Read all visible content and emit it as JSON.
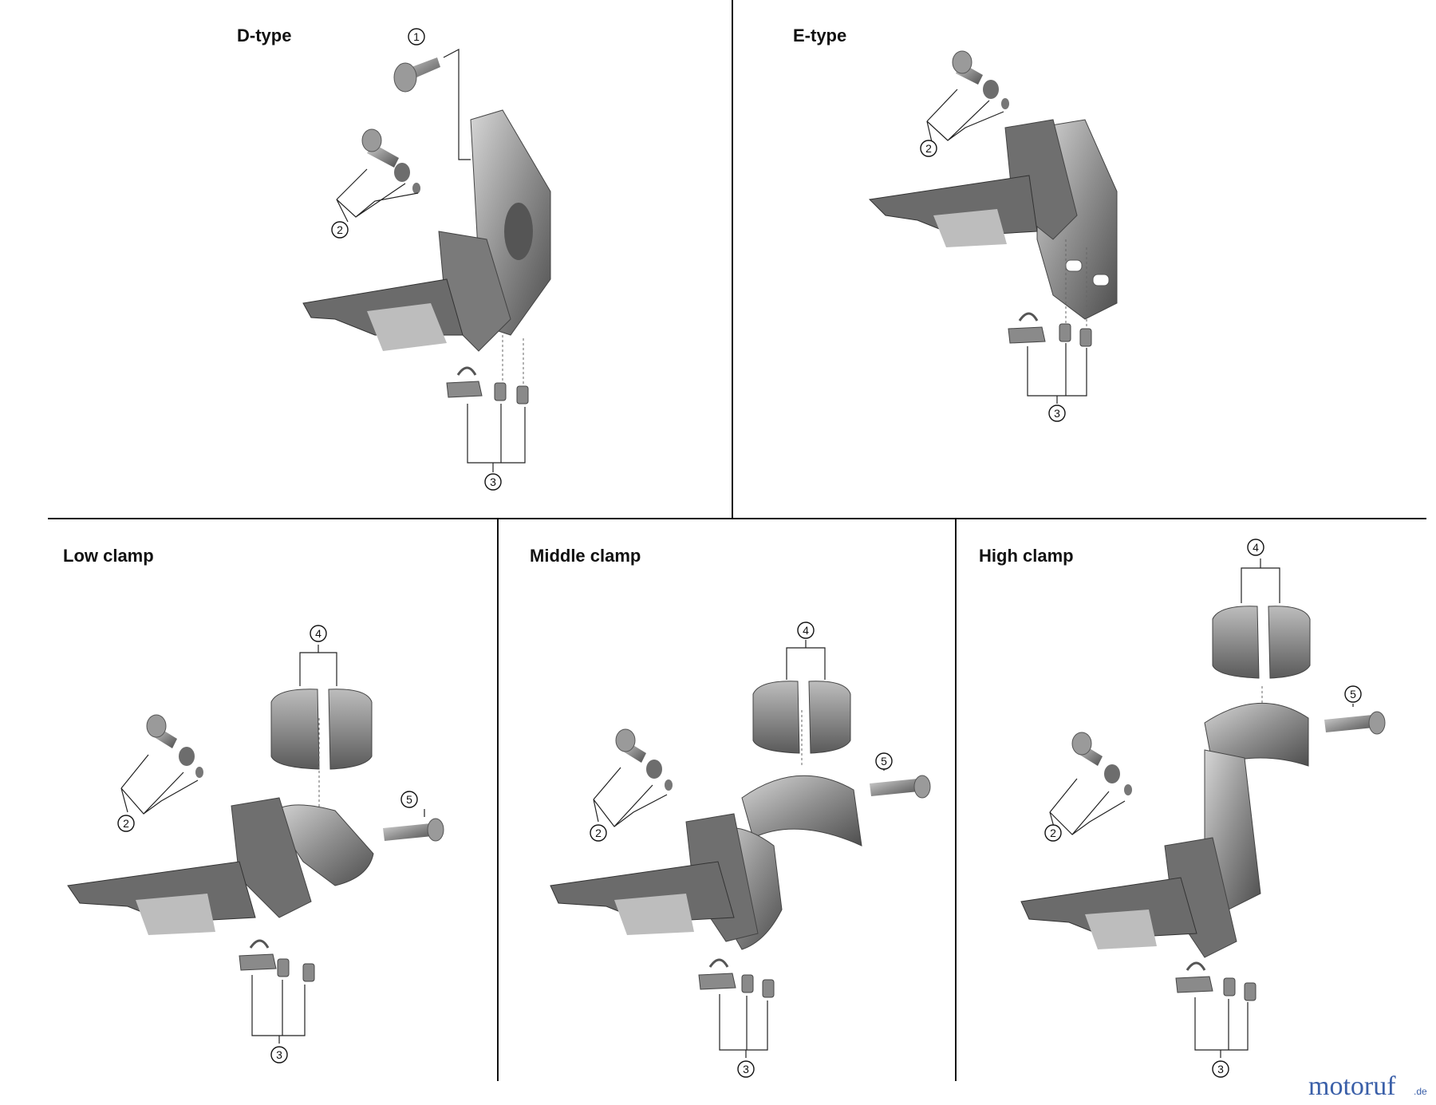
{
  "panels": {
    "d_type": "D-type",
    "e_type": "E-type",
    "low_clamp": "Low clamp",
    "middle_clamp": "Middle clamp",
    "high_clamp": "High clamp"
  },
  "callouts": [
    "1",
    "2",
    "3",
    "4",
    "5"
  ],
  "watermark": {
    "text": "motoruf",
    "suffix": ".de"
  },
  "colors": {
    "part_dark": "#5d5d5d",
    "part_mid": "#8a8a8a",
    "part_light": "#bdbdbd",
    "line": "#222222"
  }
}
